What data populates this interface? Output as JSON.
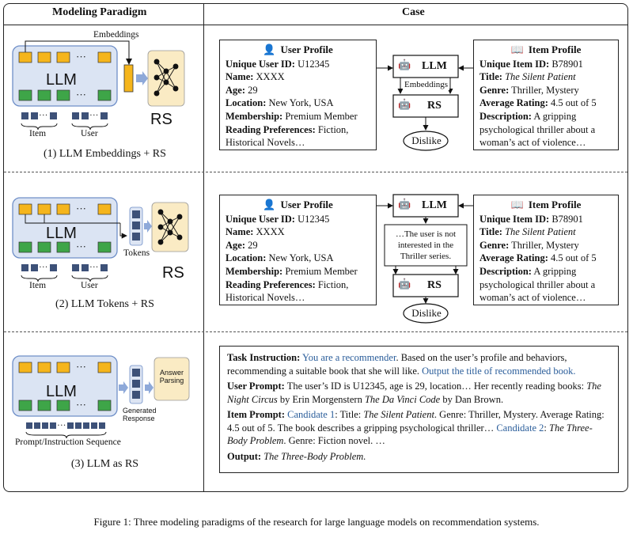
{
  "headers": {
    "left": "Modeling Paradigm",
    "right": "Case"
  },
  "captions": {
    "p1": "(1) LLM Embeddings + RS",
    "p2": "(2) LLM Tokens + RS",
    "p3": "(3) LLM as RS"
  },
  "diagram_labels": {
    "llm": "LLM",
    "rs": "RS",
    "embeddings": "Embeddings",
    "item": "Item",
    "user": "User",
    "tokens": "Tokens",
    "ellipsis": "···",
    "generated_response": "Generated Response",
    "answer_parsing": "Answer Parsing",
    "prompt_seq": "Prompt/Instruction Sequence"
  },
  "user_profile": {
    "title": "User Profile",
    "fields": [
      {
        "k": "Unique User ID:",
        "v": "U12345"
      },
      {
        "k": "Name:",
        "v": "XXXX"
      },
      {
        "k": "Age:",
        "v": "29"
      },
      {
        "k": "Location:",
        "v": "New York, USA"
      },
      {
        "k": "Membership:",
        "v": "Premium Member"
      },
      {
        "k": "Reading Preferences:",
        "v": "Fiction,"
      }
    ],
    "last_line": "Historical Novels…"
  },
  "item_profile": {
    "title": "Item Profile",
    "id_k": "Unique Item ID:",
    "id_v": "B78901",
    "title_k": "Title:",
    "title_v": "The Silent Patient",
    "genre_k": "Genre:",
    "genre_v": "Thriller, Mystery",
    "rating_k": "Average Rating:",
    "rating_v": "4.5 out of 5",
    "desc_k": "Description:",
    "desc_v": "A gripping",
    "desc_l2": "psychological thriller about a",
    "desc_l3": "woman’s act of violence…"
  },
  "case": {
    "llm": "LLM",
    "rs": "RS",
    "embeddings": "Embeddings",
    "dislike": "Dislike",
    "reason_l1": "…The user is not",
    "reason_l2": "interested in the",
    "reason_l3": "Thriller series."
  },
  "task": {
    "ti_k": "Task Instruction:",
    "ti_1": "You are a recommender",
    "ti_2": ". Based on the user’s profile and behaviors, recommending a suitable book that she will like. ",
    "ti_3": "Output the title of recommended book.",
    "up_k": "User Prompt:",
    "up_1": "The user’s ID is U12345, age is 29, location… Her recently reading books: ",
    "up_b1": "The Night Circus",
    "up_2": " by Erin Morgenstern ",
    "up_b2": "The Da Vinci Code",
    "up_3": " by Dan Brown.",
    "ip_k": "Item Prompt:",
    "ip_c1": "Candidate 1",
    "ip_1": ": Title: ",
    "ip_b1": "The Silent Patient",
    "ip_2": ". Genre: Thriller, Mystery. Average Rating: 4.5 out of 5. The book describes a gripping psychological thriller… ",
    "ip_c2": "Candidate 2",
    "ip_3": ": ",
    "ip_b2": "The Three-Body Problem",
    "ip_4": ". Genre: Fiction novel. …",
    "out_k": "Output:",
    "out_v": "The Three-Body Problem."
  },
  "figure_caption": "Figure 1: Three modeling paradigms of the research for large language models on recommendation systems.",
  "colors": {
    "yellow": "#f5b51c",
    "green": "#3ea548",
    "llm_bg": "#dbe4f3",
    "llm_border": "#6f8fc8",
    "rs_bg": "#faebc4",
    "token": "#3d5178",
    "arrow_blue": "#8ea9d9"
  }
}
